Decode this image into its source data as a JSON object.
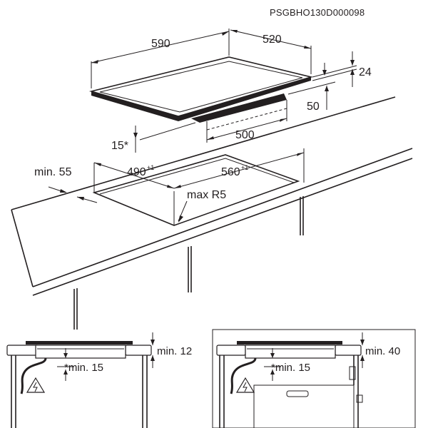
{
  "document_code": "PSGBHO130D000098",
  "dimensions": {
    "hob_width": "590",
    "hob_depth": "520",
    "hob_height": "24",
    "box_height": "50",
    "box_width": "500",
    "min_edge_angle": "15*",
    "min_front_gap": "min. 55",
    "cutout_depth": "490",
    "cutout_depth_tol": "+1",
    "cutout_width": "560",
    "cutout_width_tol": "+1",
    "corner_radius": "max R5"
  },
  "detail_left": {
    "top_gap": "min. 12",
    "bottom_gap": "*min. 15"
  },
  "detail_right": {
    "top_gap": "min. 40",
    "bottom_gap": "*min. 15"
  },
  "icons": {
    "warning": "electric-hazard-icon"
  },
  "colors": {
    "line": "#231f20",
    "background": "#ffffff"
  }
}
